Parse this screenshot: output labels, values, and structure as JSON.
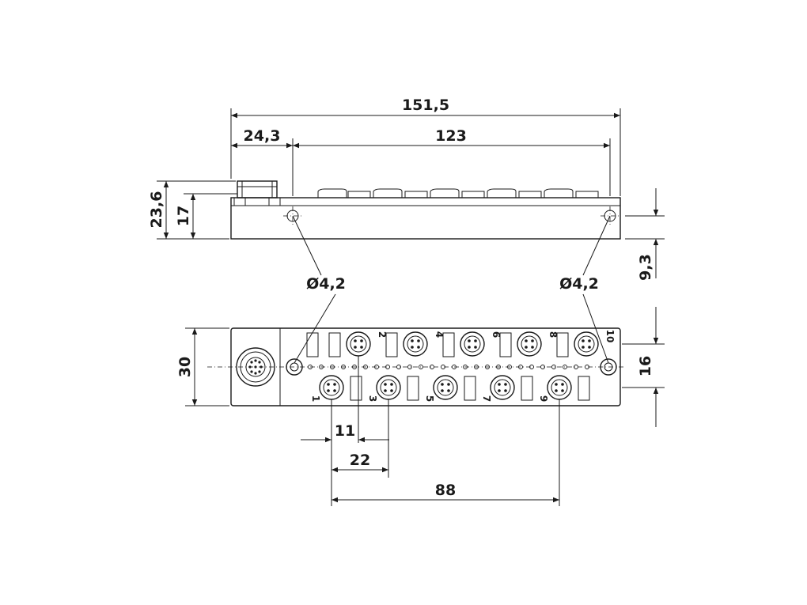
{
  "dimensions": {
    "total_length": "151,5",
    "connector_offset": "24,3",
    "hole_spacing": "123",
    "total_height": "23,6",
    "body_height": "17",
    "hole_height": "9,3",
    "hole_diameter_left": "Ø4,2",
    "hole_diameter_right": "Ø4,2",
    "width": "30",
    "port_row_spacing": "16",
    "port_offset": "11",
    "port_pitch": "22",
    "port_span": "88"
  },
  "ports": {
    "top": [
      "2",
      "4",
      "6",
      "8",
      "10"
    ],
    "bottom": [
      "1",
      "3",
      "5",
      "7",
      "9"
    ]
  }
}
